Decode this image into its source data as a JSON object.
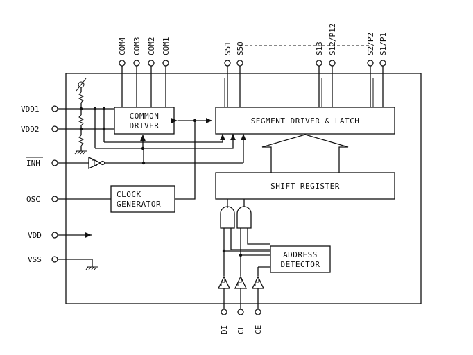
{
  "blocks": {
    "common_driver": [
      "COMMON",
      "DRIVER"
    ],
    "segment_driver": "SEGMENT DRIVER & LATCH",
    "shift_register": "SHIFT REGISTER",
    "clock_generator": [
      "CLOCK",
      "GENERATOR"
    ],
    "address_detector": [
      "ADDRESS",
      "DETECTOR"
    ]
  },
  "top_pins": {
    "com4": "COM4",
    "com3": "COM3",
    "com2": "COM2",
    "com1": "COM1",
    "s51": "S51",
    "s50": "S50",
    "s13": "S13",
    "s12p12": "S12/P12",
    "s2p2": "S2/P2",
    "s1p1": "S1/P1"
  },
  "left_pins": {
    "vdd1": "VDD1",
    "vdd2": "VDD2",
    "inh": "INH",
    "osc": "OSC",
    "vdd": "VDD",
    "vss": "VSS"
  },
  "bottom_pins": {
    "di": "DI",
    "cl": "CL",
    "ce": "CE"
  }
}
